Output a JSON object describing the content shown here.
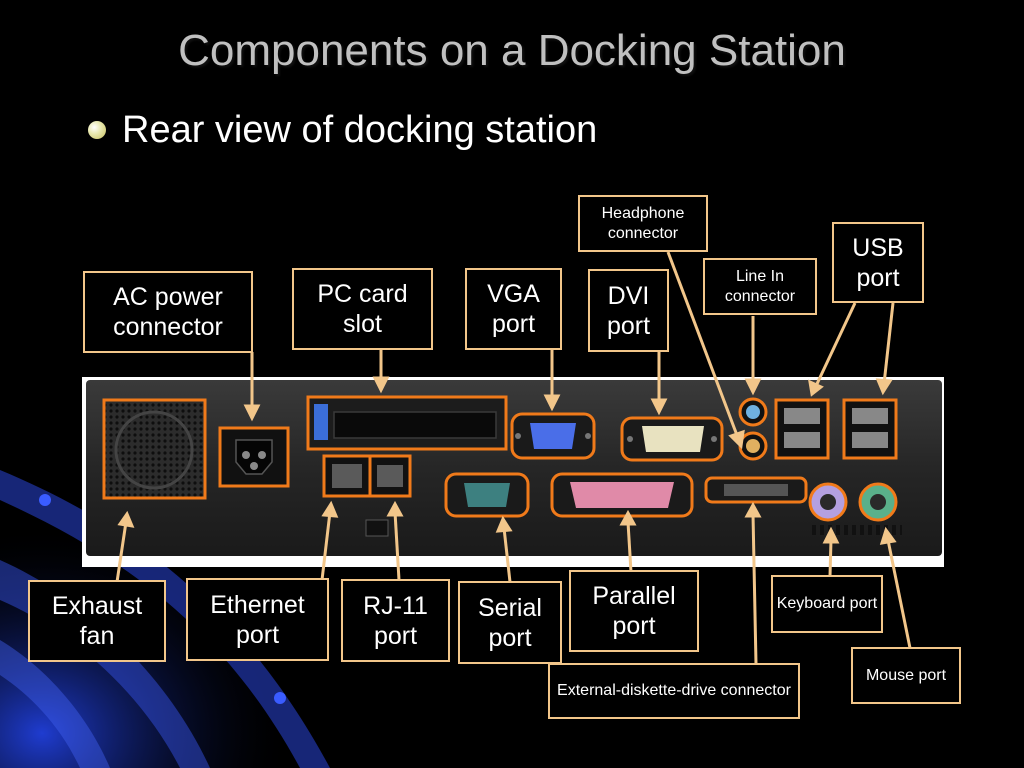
{
  "title": "Components on a Docking Station",
  "bullet": "Rear view of docking station",
  "colors": {
    "background": "#000000",
    "title": "#c0c0c0",
    "label_border": "#f2c68a",
    "pointer": "#f2c68a",
    "highlight": "#f07a1a",
    "chassis": "#2a2a2a",
    "swirl": "#1a2fb0"
  },
  "labels": {
    "headphone": "Headphone connector",
    "usb": "USB port",
    "line_in": "Line In connector",
    "ac_power": "AC power connector",
    "pc_card": "PC card slot",
    "vga": "VGA port",
    "dvi": "DVI port",
    "exhaust": "Exhaust fan",
    "ethernet": "Ethernet port",
    "rj11": "RJ-11 port",
    "serial": "Serial port",
    "parallel": "Parallel port",
    "keyboard": "Keyboard port",
    "mouse": "Mouse port",
    "diskette": "External-diskette-drive connector"
  }
}
